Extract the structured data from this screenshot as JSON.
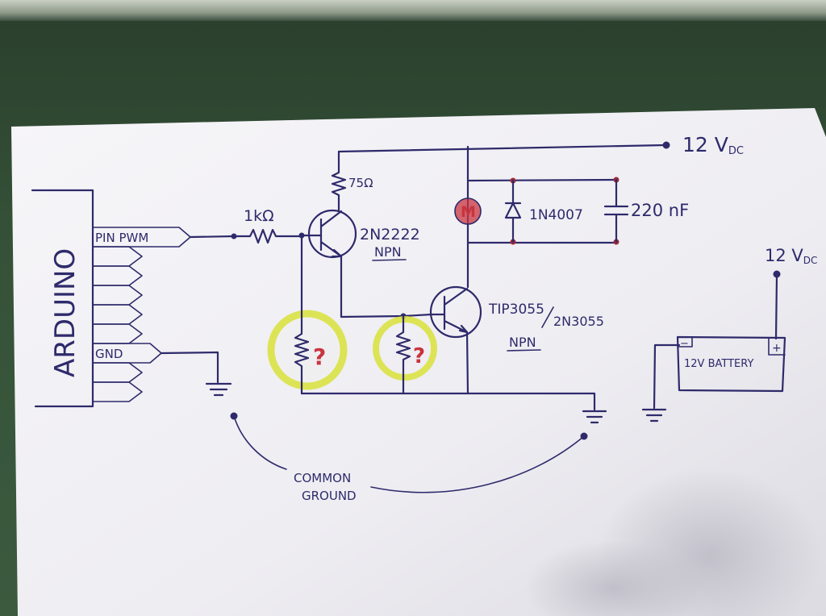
{
  "labels": {
    "arduino": "ARDUINO",
    "pin_pwm": "PIN PWM",
    "gnd": "GND",
    "r_base": "1kΩ",
    "r_collector": "75Ω",
    "q1_part": "2N2222",
    "q1_type": "NPN",
    "q2_part_a": "TIP3055",
    "q2_part_b": "2N3055",
    "q2_type": "NPN",
    "diode": "1N4007",
    "capacitor": "220 nF",
    "motor": "M",
    "supply_top": "12 V",
    "supply_top_sub": "DC",
    "supply_battery": "12 V",
    "supply_battery_sub": "DC",
    "battery": "12V BATTERY",
    "battery_neg": "−",
    "battery_pos": "+",
    "unknown_1": "?",
    "unknown_2": "?",
    "common_ground_1": "COMMON",
    "common_ground_2": "GROUND"
  },
  "colors": {
    "ink": "#2e2a6b",
    "marker_red": "#c8343f",
    "highlighter": "#d8e23a",
    "paper": "#f4f3f6",
    "table": "#3b5a3e"
  }
}
